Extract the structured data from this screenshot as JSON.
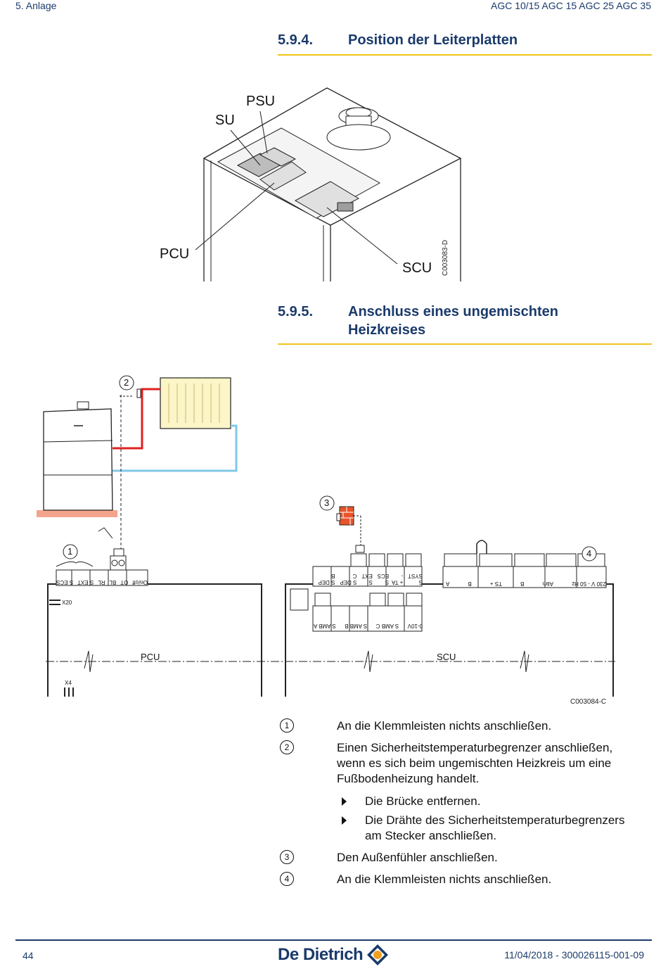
{
  "header": {
    "chapter": "5.  Anlage",
    "models": "AGC 10/15 AGC 15 AGC 25 AGC 35"
  },
  "section1": {
    "number": "5.9.4.",
    "title": "Position der Leiterplatten",
    "labels": {
      "psu": "PSU",
      "su": "SU",
      "pcu": "PCU",
      "scu": "SCU"
    },
    "code": "C003083-D"
  },
  "section2": {
    "number": "5.9.5.",
    "title_line1": "Anschluss eines ungemischten",
    "title_line2": "Heizkreises",
    "callouts": {
      "c1": "1",
      "c2": "2",
      "c3": "3",
      "c4": "4"
    },
    "pcu_label": "PCU",
    "scu_label": "SCU",
    "x20": "X20",
    "x4": "X4",
    "code": "C003084-C",
    "pcu_terms": [
      "S ECS",
      "S EXT",
      "RL",
      "BL",
      "OT",
      "On/off"
    ],
    "scu_top_terms": [
      "S DEP B",
      "S DEP C",
      "S EXT",
      "S ECS",
      "+ TA -",
      "S SYST"
    ],
    "scu_bottom_terms": [
      "S AMB A",
      "S AMB B",
      "S AMB C",
      "0-10V"
    ],
    "scu_right_terms": [
      "A",
      "B",
      "TS +",
      "B",
      "Alim",
      "230 V - 50 Hz"
    ]
  },
  "legend": [
    {
      "num": "1",
      "text": "An die Klemmleisten nichts anschließen."
    },
    {
      "num": "2",
      "text_lines": [
        "Einen Sicherheitstemperaturbegrenzer anschließen,",
        "wenn es sich beim ungemischten Heizkreis um eine",
        "Fußbodenheizung handelt."
      ]
    },
    {
      "num": "3",
      "text": "Den Außenfühler anschließen."
    },
    {
      "num": "4",
      "text": "An die Klemmleisten nichts anschließen."
    }
  ],
  "bullets": [
    {
      "lines": [
        "Die Brücke entfernen."
      ]
    },
    {
      "lines": [
        "Die Drähte des Sicherheitstemperaturbegrenzers",
        "am Stecker anschließen."
      ]
    }
  ],
  "footer": {
    "page": "44",
    "brand": "De Dietrich",
    "doc": "11/04/2018 - 300026115-001-09"
  },
  "colors": {
    "accent": "#f0c419",
    "brand": "#1b3a6b",
    "hot_pipe": "#e02020",
    "cold_pipe": "#7fc8e8",
    "sensor": "#e8542a"
  }
}
